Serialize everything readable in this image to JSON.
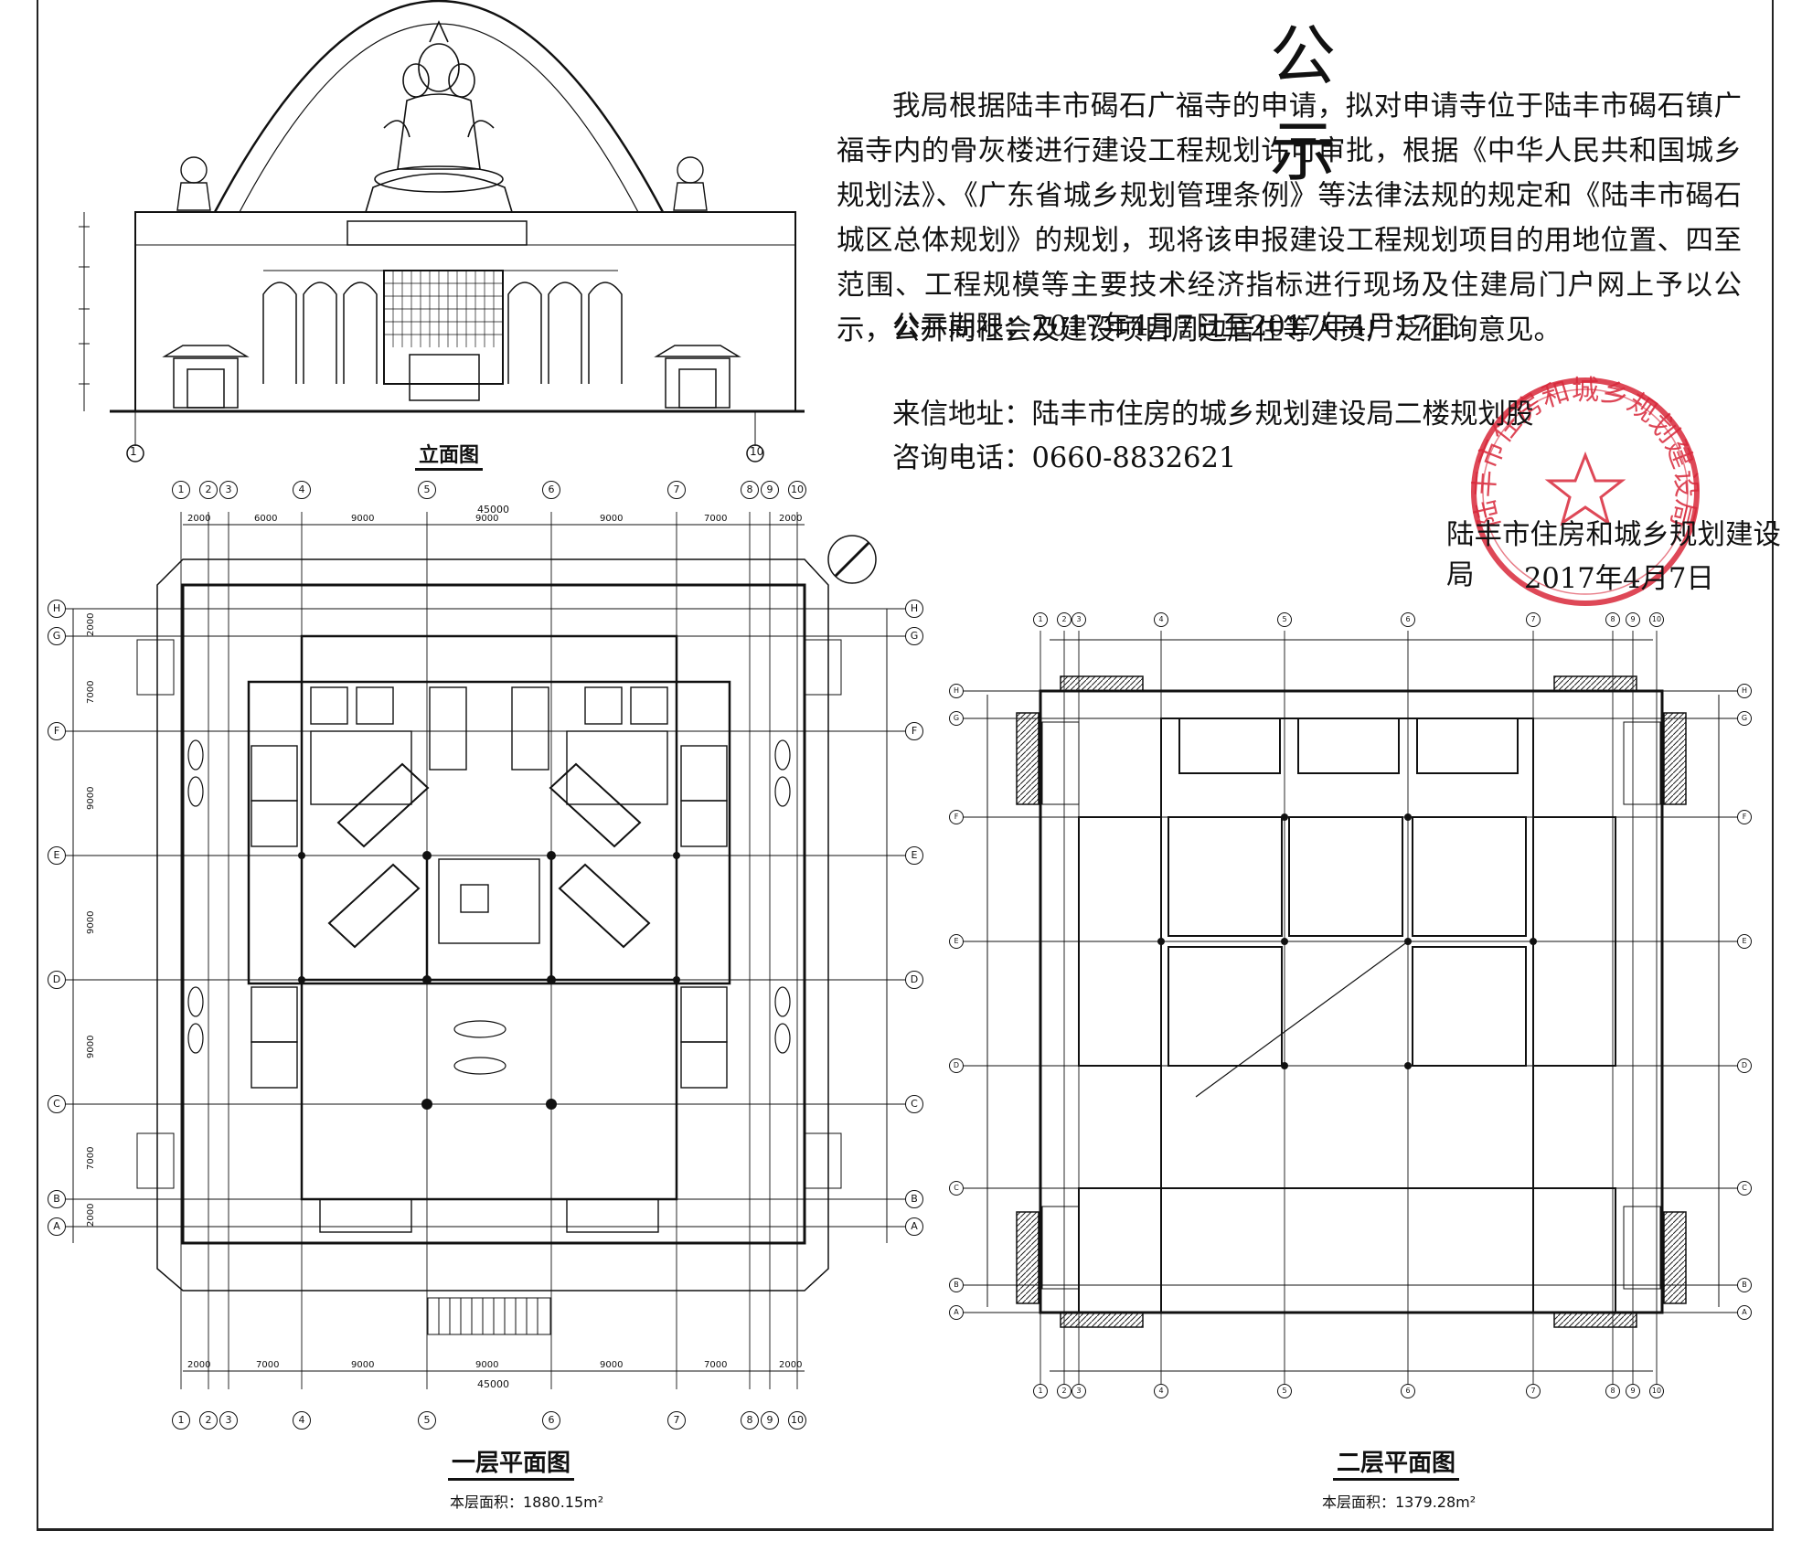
{
  "notice": {
    "title": "公 示",
    "body": "我局根据陆丰市碣石广福寺的申请，拟对申请寺位于陆丰市碣石镇广福寺内的骨灰楼进行建设工程规划许可审批，根据《中华人民共和国城乡规划法》、《广东省城乡规划管理条例》等法律法规的规定和《陆丰市碣石城区总体规划》的规划，现将该申报建设工程规划项目的用地位置、四至范围、工程规模等主要技术经济指标进行现场及住建局门户网上予以公示，公开向社会及建设项目周边居住等人员广泛征询意见。",
    "period": "公示期限：2017年4月7日至2017年4月17日",
    "address": "来信地址：陆丰市住房的城乡规划建设局二楼规划股",
    "phone": "咨询电话：0660-8832621",
    "issuer": "陆丰市住房和城乡规划建设局",
    "date": "2017年4月7日",
    "seal_text": "陆丰市住房和城乡规划建设局"
  },
  "elevation": {
    "caption": "立面图",
    "axis_left": "1",
    "axis_right": "10"
  },
  "plan1": {
    "caption": "一层平面图",
    "area": "本层面积：1880.15m²",
    "total_width": "45000",
    "col_axes": [
      "1",
      "2",
      "3",
      "4",
      "5",
      "6",
      "7",
      "8",
      "9",
      "10"
    ],
    "row_axes": [
      "H",
      "G",
      "F",
      "E",
      "D",
      "C",
      "B",
      "A"
    ],
    "top_dims": [
      "2000",
      "6000",
      "9000",
      "9000",
      "9000",
      "7000",
      "2000"
    ],
    "bottom_dims": [
      "2000",
      "7000",
      "9000",
      "9000",
      "9000",
      "7000",
      "2000"
    ],
    "side_dims": [
      "2000",
      "7000",
      "9000",
      "9000",
      "9000",
      "7000",
      "2000"
    ]
  },
  "plan2": {
    "caption": "二层平面图",
    "area": "本层面积：1379.28m²",
    "col_axes": [
      "1",
      "2",
      "3",
      "4",
      "5",
      "6",
      "7",
      "8",
      "9",
      "10"
    ],
    "row_axes": [
      "H",
      "G",
      "F",
      "E",
      "D",
      "C",
      "B",
      "A"
    ]
  },
  "colors": {
    "ink": "#111111",
    "seal": "#d8283a",
    "paper": "#ffffff"
  }
}
